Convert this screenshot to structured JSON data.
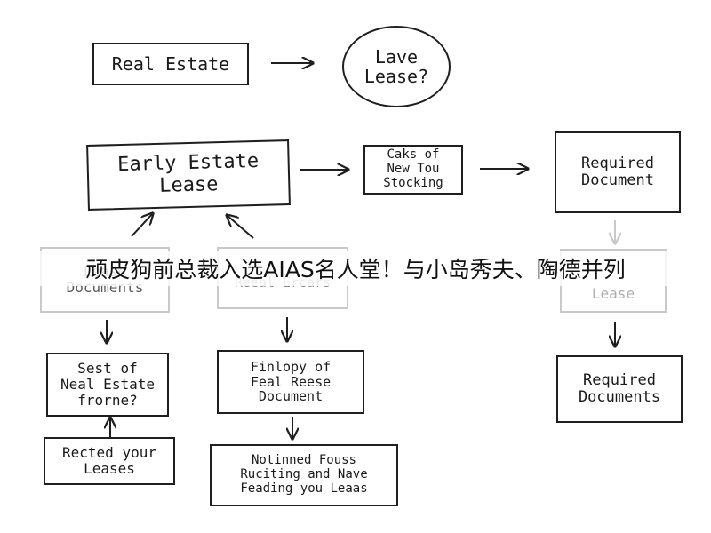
{
  "nodes": {
    "real_estate": "Real Estate",
    "lave_lease": "Lave\nLease?",
    "early_estate_lease": "Early Estate\nLease",
    "caks_of_new": "Caks of\nNew Tou\nStocking",
    "required_document": "Required\nDocument",
    "lease_documents": "Lease\nDocuments",
    "reeal_ercars": "Reeal Ercars",
    "lease_right": "Lease",
    "sest_of_neal": "Sest of\nNeal Estate\nfrorne?",
    "finlopy_of": "Finlopy of\nFeal Reese\nDocument",
    "required_documents": "Required\nDocuments",
    "rected_your": "Rected your\nLeases",
    "notinned_fouss": "Notinned Fouss\nRuciting and Nave\nFeading you Leaas"
  },
  "banner": {
    "text": "顽皮狗前总裁入选AIAS名人堂！与小岛秀夫、陶德并列"
  },
  "colors": {
    "ink": "#1f1f1f",
    "faded_ink": "#c9c9c9",
    "paper": "#ffffff"
  }
}
